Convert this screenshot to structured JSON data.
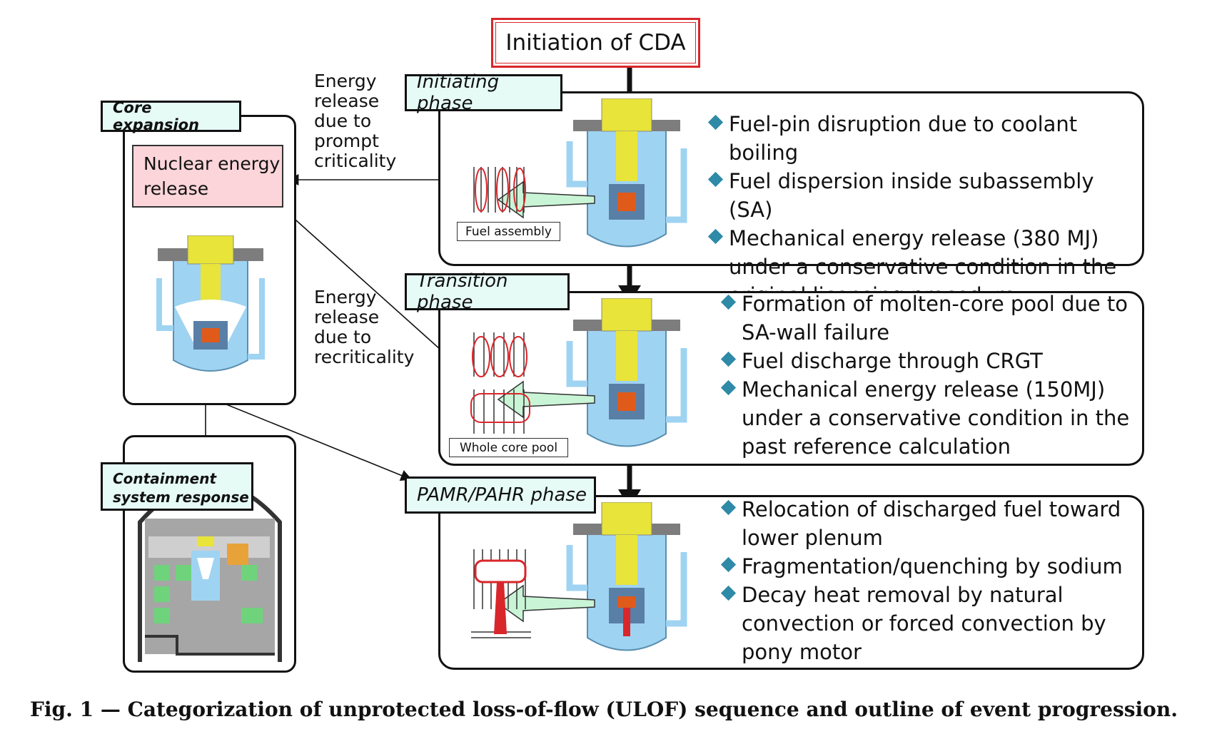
{
  "title": "Initiation of CDA",
  "side": {
    "core_expansion_label": "Core expansion",
    "nuclear_energy_line1": "Nuclear energy",
    "nuclear_energy_line2": "release",
    "containment_line1": "Containment",
    "containment_line2": "system response",
    "prompt_lines": [
      "Energy",
      "release",
      "due to",
      "prompt",
      "criticality"
    ],
    "recrit_lines": [
      "Energy",
      "release",
      "due to",
      "recriticality"
    ]
  },
  "phases": [
    {
      "label": "Initiating phase",
      "inset_label": "Fuel assembly",
      "bullets": [
        [
          "Fuel-pin disruption due to coolant boiling"
        ],
        [
          "Fuel dispersion inside subassembly (SA)"
        ],
        [
          "Mechanical energy release (380 MJ)",
          "under a conservative condition in the",
          "original licensing procedure"
        ]
      ]
    },
    {
      "label": "Transition phase",
      "inset_label": "Whole core pool",
      "bullets": [
        [
          "Formation of molten-core pool due to",
          "SA-wall failure"
        ],
        [
          "Fuel discharge through CRGT"
        ],
        [
          "Mechanical energy release (150MJ)",
          "under a conservative condition in the",
          "past reference calculation"
        ]
      ]
    },
    {
      "label": "PAMR/PAHR phase",
      "inset_label": "",
      "bullets": [
        [
          "Relocation of discharged fuel toward",
          "lower plenum"
        ],
        [
          "Fragmentation/quenching by sodium"
        ],
        [
          "Decay heat removal by natural",
          "convection or forced convection by",
          "pony motor"
        ]
      ]
    }
  ],
  "caption": "Fig. 1 — Categorization of unprotected loss-of-flow (ULOF) sequence and outline of event progression.",
  "colors": {
    "label_bg": "#e6fbf6",
    "energy_box_bg": "#fbd5d9",
    "title_border": "#d9262b",
    "bullet": "#2e8aa6",
    "vessel_blue": "#9fd3f2",
    "plug_yellow": "#e8e43a",
    "arrow_green": "#c9f5d6"
  }
}
